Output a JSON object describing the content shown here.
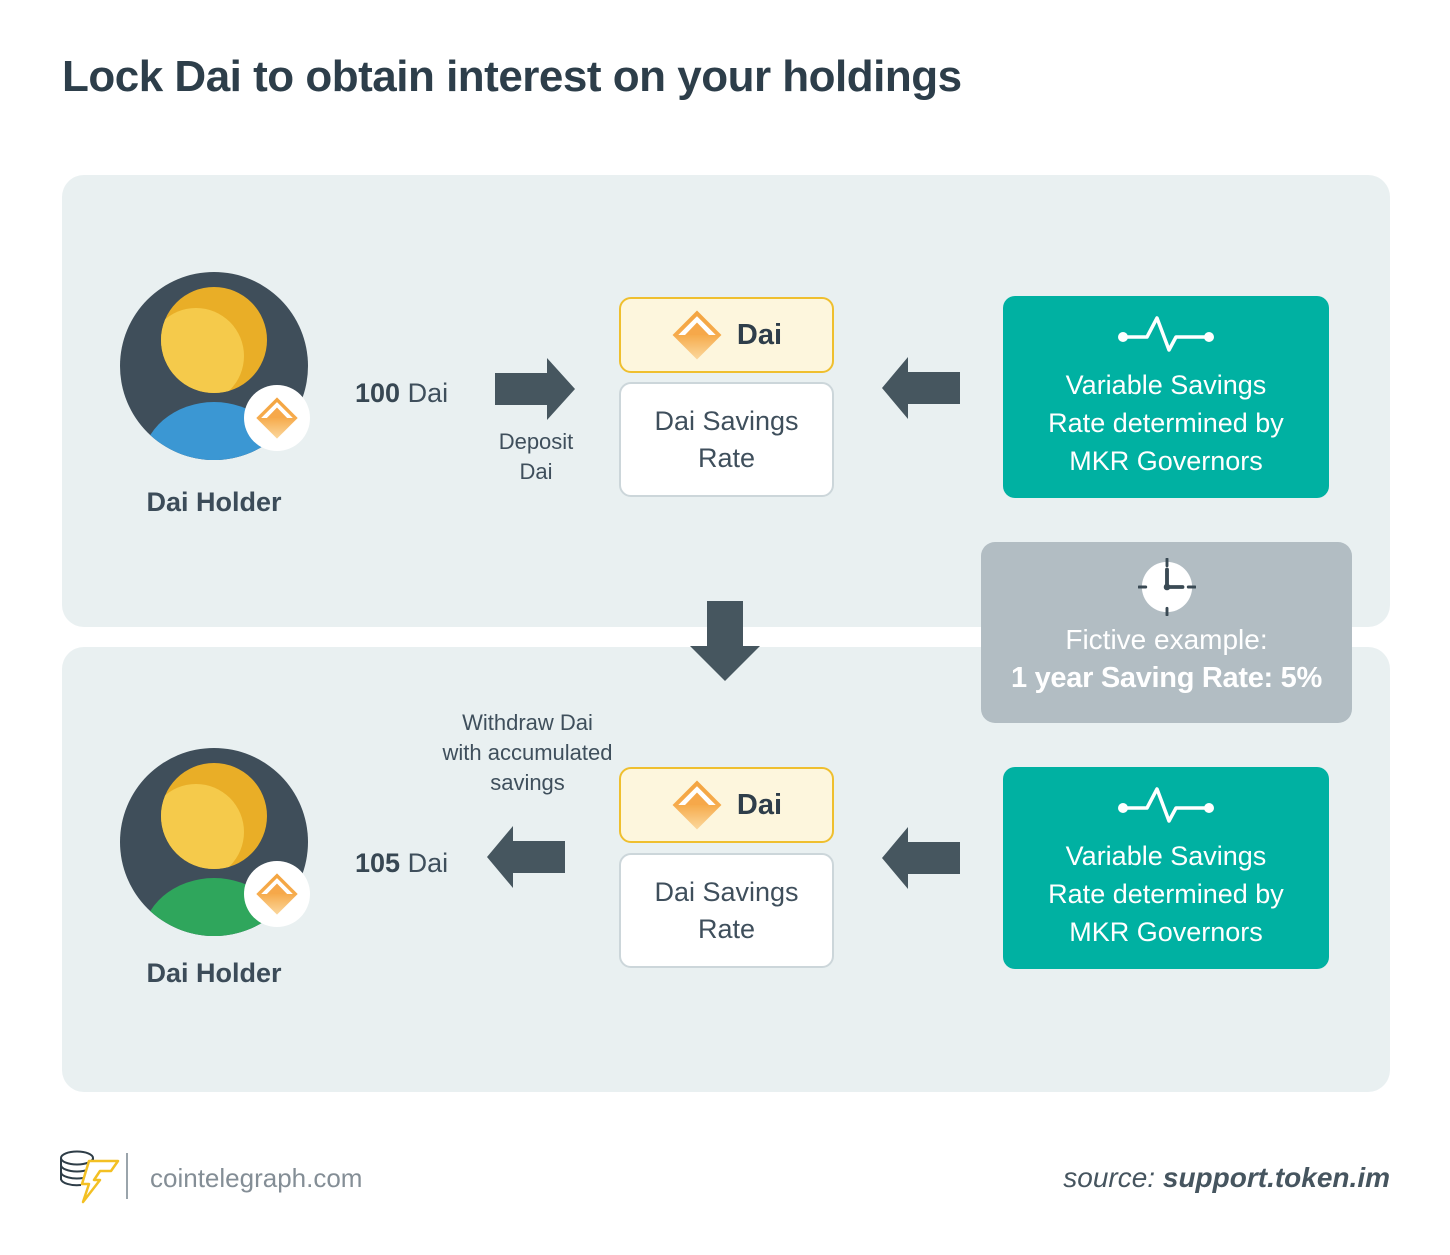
{
  "title": "Lock Dai to obtain interest on your holdings",
  "colors": {
    "panel_bg": "#e9f0f1",
    "teal": "#00b1a2",
    "grey_box": "#b2bdc3",
    "arrow_slate": "#46565f",
    "dai_yellow_border": "#efbf2e",
    "dai_yellow_bg": "#fdf6dd",
    "dai_orange": "#f5a742",
    "avatar_slate": "#3f4e5a",
    "avatar_blue": "#3b97d3",
    "avatar_green": "#2fa65c",
    "title_color": "#2d3e4a"
  },
  "top_flow": {
    "holder_label": "Dai Holder",
    "amount_value": "100",
    "amount_unit": "Dai",
    "arrow_label_line1": "Deposit",
    "arrow_label_line2": "Dai",
    "dai_box_label": "Dai",
    "dsr_line1": "Dai Savings",
    "dsr_line2": "Rate",
    "teal_lines": [
      "Variable Savings",
      "Rate determined by",
      "MKR Governors"
    ]
  },
  "fictive_box": {
    "line1": "Fictive example:",
    "line2": "1 year Saving Rate: 5%"
  },
  "bottom_flow": {
    "holder_label": "Dai Holder",
    "amount_value": "105",
    "amount_unit": "Dai",
    "arrow_label_line1": "Withdraw Dai",
    "arrow_label_line2": "with accumulated",
    "arrow_label_line3": "savings",
    "dai_box_label": "Dai",
    "dsr_line1": "Dai Savings",
    "dsr_line2": "Rate",
    "teal_lines": [
      "Variable Savings",
      "Rate determined by",
      "MKR Governors"
    ]
  },
  "footer": {
    "site": "cointelegraph.com",
    "source_prefix": "source:",
    "source_value": "support.token.im"
  }
}
